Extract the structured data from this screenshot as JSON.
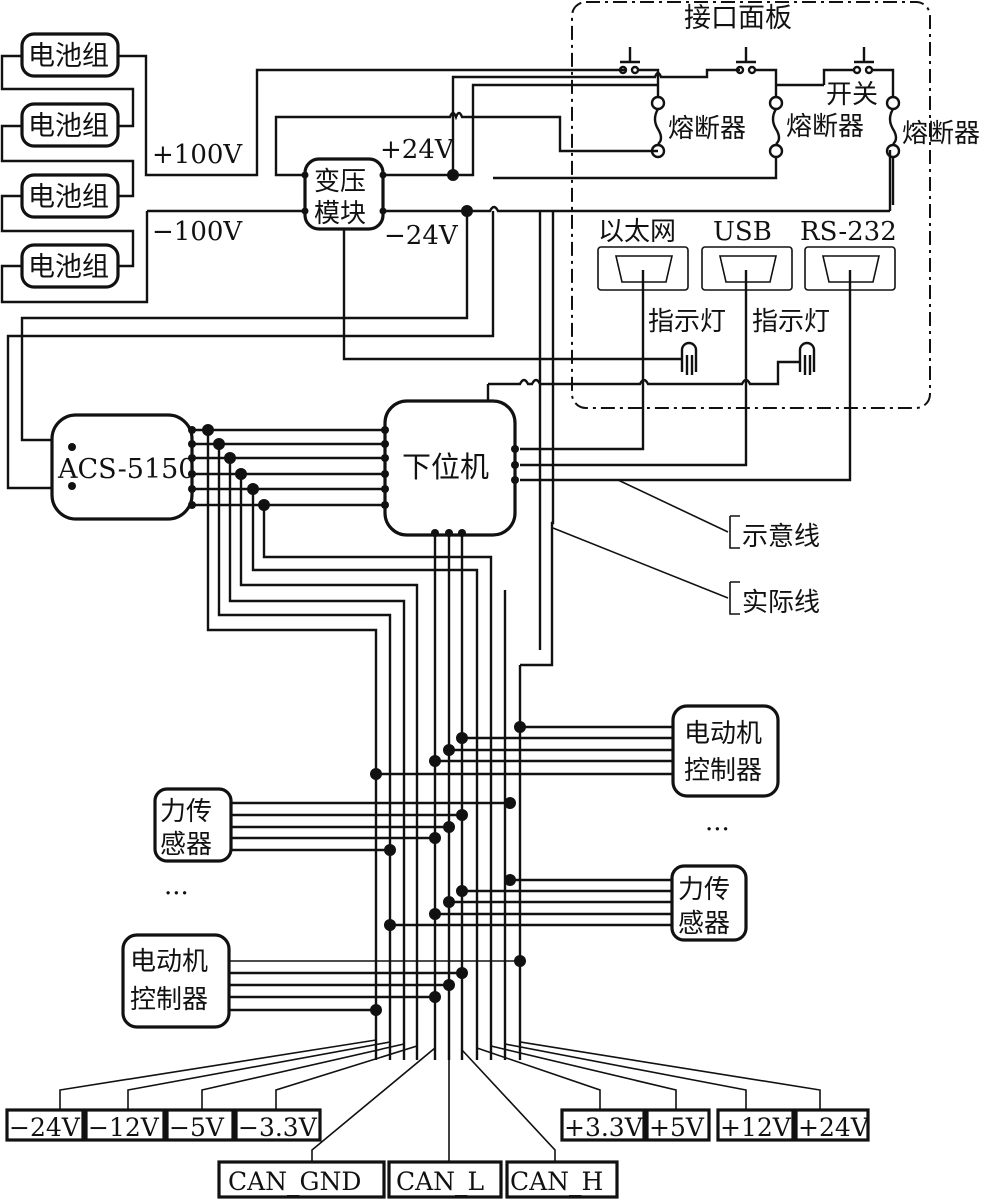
{
  "diagram": {
    "battery_label": "电池组",
    "battery_count": 4,
    "plus100v": "+100V",
    "minus100v": "−100V",
    "transformer_line1": "变压",
    "transformer_line2": "模块",
    "plus24v": "+24V",
    "minus24v": "−24V",
    "panel_title": "接口面板",
    "fuse_label": "熔断器",
    "switch_label": "开关",
    "ports": [
      "以太网",
      "USB",
      "RS-232"
    ],
    "indicator_label": "指示灯",
    "acs_label": "ACS-5150",
    "lower_computer_label": "下位机",
    "legend": {
      "schematic_line": "示意线",
      "actual_line": "实际线"
    },
    "motor_controller_line1": "电动机",
    "motor_controller_line2": "控制器",
    "force_sensor_line1": "力传",
    "force_sensor_line2": "感器",
    "ellipsis": "···",
    "neg_terminals": [
      "−24V",
      "−12V",
      "−5V",
      "−3.3V"
    ],
    "pos_terminals": [
      "+3.3V",
      "+5V",
      "+12V",
      "+24V"
    ],
    "can_terminals": [
      "CAN_GND",
      "CAN_L",
      "CAN_H"
    ]
  }
}
